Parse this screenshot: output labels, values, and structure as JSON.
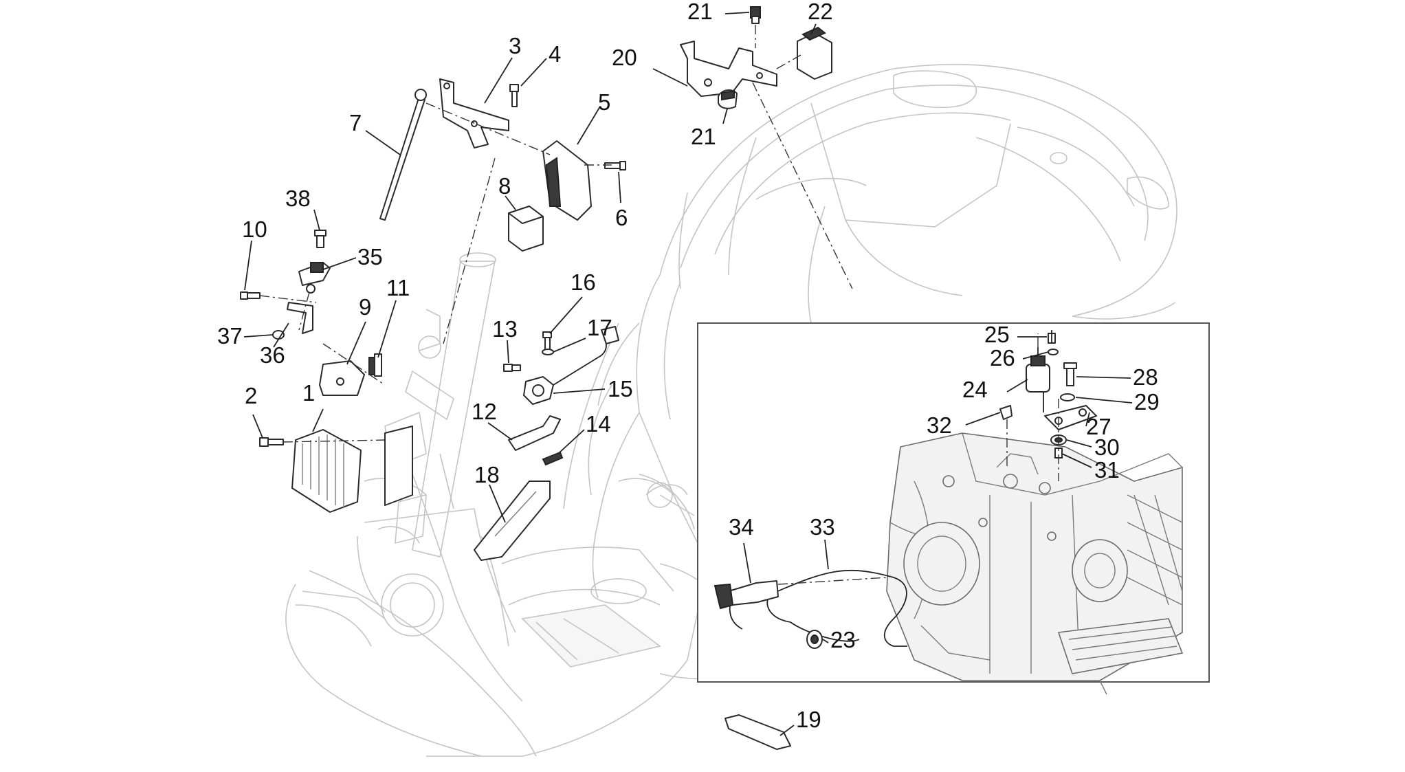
{
  "diagram": {
    "callouts": [
      {
        "id": "p1",
        "label": "1"
      },
      {
        "id": "p2",
        "label": "2"
      },
      {
        "id": "p3",
        "label": "3"
      },
      {
        "id": "p4",
        "label": "4"
      },
      {
        "id": "p5",
        "label": "5"
      },
      {
        "id": "p6",
        "label": "6"
      },
      {
        "id": "p7",
        "label": "7"
      },
      {
        "id": "p8",
        "label": "8"
      },
      {
        "id": "p9",
        "label": "9"
      },
      {
        "id": "p10",
        "label": "10"
      },
      {
        "id": "p11",
        "label": "11"
      },
      {
        "id": "p12",
        "label": "12"
      },
      {
        "id": "p13",
        "label": "13"
      },
      {
        "id": "p14",
        "label": "14"
      },
      {
        "id": "p15",
        "label": "15"
      },
      {
        "id": "p16",
        "label": "16"
      },
      {
        "id": "p17",
        "label": "17"
      },
      {
        "id": "p18",
        "label": "18"
      },
      {
        "id": "p19",
        "label": "19"
      },
      {
        "id": "p20",
        "label": "20"
      },
      {
        "id": "p21a",
        "label": "21"
      },
      {
        "id": "p21b",
        "label": "21"
      },
      {
        "id": "p22",
        "label": "22"
      },
      {
        "id": "p23",
        "label": "23"
      },
      {
        "id": "p24",
        "label": "24"
      },
      {
        "id": "p25",
        "label": "25"
      },
      {
        "id": "p26",
        "label": "26"
      },
      {
        "id": "p27",
        "label": "27"
      },
      {
        "id": "p28",
        "label": "28"
      },
      {
        "id": "p29",
        "label": "29"
      },
      {
        "id": "p30",
        "label": "30"
      },
      {
        "id": "p31",
        "label": "31"
      },
      {
        "id": "p32",
        "label": "32"
      },
      {
        "id": "p33",
        "label": "33"
      },
      {
        "id": "p34",
        "label": "34"
      },
      {
        "id": "p35",
        "label": "35"
      },
      {
        "id": "p36",
        "label": "36"
      },
      {
        "id": "p37",
        "label": "37"
      },
      {
        "id": "p38",
        "label": "38"
      }
    ]
  }
}
